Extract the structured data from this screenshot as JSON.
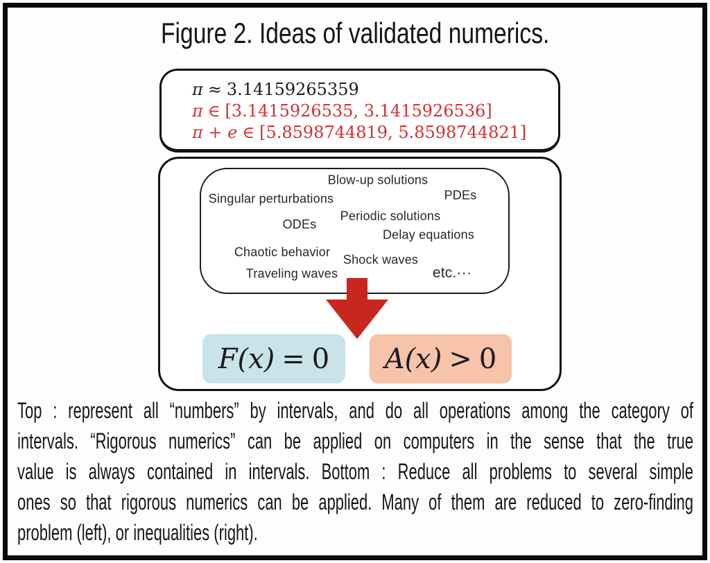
{
  "colors": {
    "math_red": "#d03232",
    "arrow_red": "#c8261f",
    "zero_box_bg": "#c9e4e8",
    "ineq_box_bg": "#f7c3a9"
  },
  "title": "Figure 2. Ideas of validated numerics.",
  "interval_box": {
    "approx": {
      "lhs": "π",
      "rel": "≈",
      "rhs": "3.14159265359"
    },
    "pi_interval": {
      "lhs": "π",
      "rel": "∈",
      "rhs": "[3.1415926535, 3.1415926536]"
    },
    "pi_e_interval": {
      "lhs": "π + e",
      "rel": "∈",
      "rhs": "[5.8598744819, 5.8598744821]"
    }
  },
  "problems_cloud": {
    "topics": [
      "Blow-up solutions",
      "PDEs",
      "Singular perturbations",
      "Periodic solutions",
      "ODEs",
      "Delay equations",
      "Chaotic behavior",
      "Shock waves",
      "Traveling waves",
      "etc.···"
    ]
  },
  "reductions": {
    "zero_finding": {
      "var": "F(x)",
      "rel": "=",
      "value": "0"
    },
    "inequality": {
      "var": "A(x)",
      "rel": ">",
      "value": "0"
    }
  },
  "caption": {
    "lines": [
      "Top : represent all “numbers” by intervals, and do all operations among the category of",
      "intervals. “Rigorous numerics” can be applied on computers in the sense that the true",
      "value is always contained in intervals. Bottom : Reduce all problems to several simple",
      "ones so that rigorous numerics can be applied. Many of them are reduced to zero-finding",
      "problem (left), or inequalities (right)."
    ]
  }
}
